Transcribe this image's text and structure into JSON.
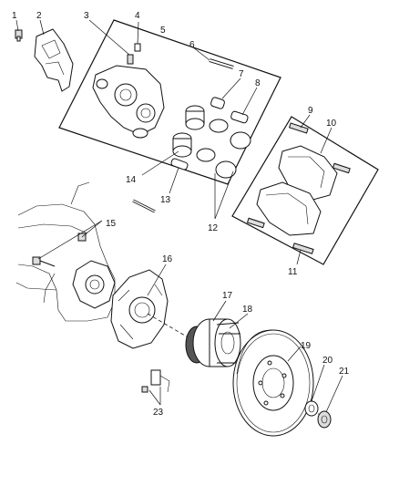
{
  "callouts": [
    "1",
    "2",
    "3",
    "4",
    "5",
    "6",
    "7",
    "8",
    "9",
    "10",
    "11",
    "12",
    "13",
    "14",
    "15",
    "16",
    "17",
    "18",
    "19",
    "20",
    "21",
    "23"
  ]
}
